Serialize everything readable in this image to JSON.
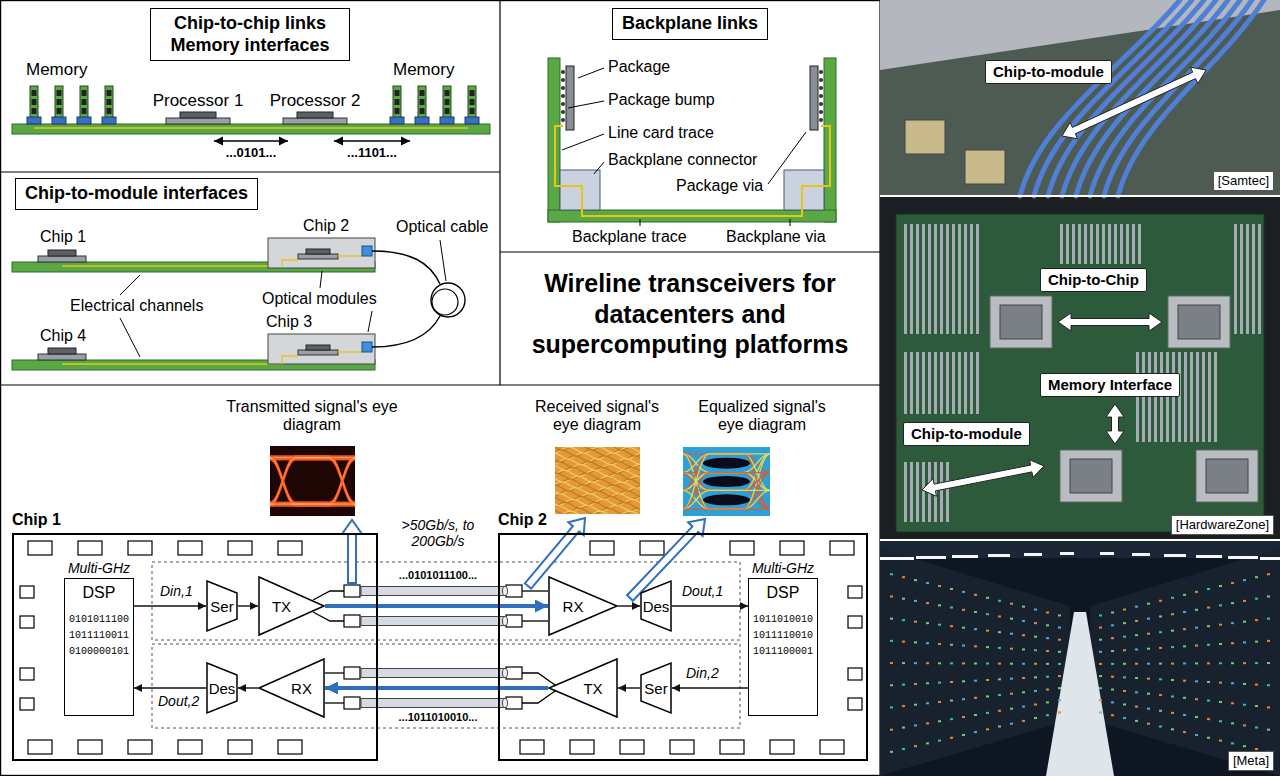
{
  "diagram": {
    "title": "Wireline transceivers for datacenters and supercomputing platforms",
    "nodes": [
      {
        "text": [
          "Chip-to-chip links Memory interfaces"
        ]
      },
      {
        "text": [
          "Backplane links"
        ]
      },
      {
        "text": [
          "[Samtec]"
        ]
      },
      {
        "text": [
          "Chip-to-module"
        ],
        "in": 2
      },
      {
        "text": [
          "Chip-to-module interfaces"
        ]
      },
      {
        "text": [
          "[HardwareZone]"
        ]
      },
      {
        "text": [
          "Chip-to-Chip"
        ],
        "in": 5
      },
      {
        "text": [
          "Memory Interface"
        ],
        "in": 5
      },
      {
        "text": [
          "Chip-to-module"
        ],
        "in": 5
      },
      {
        "text": [
          "Chip 1"
        ]
      },
      {
        "text": [
          "Chip 2"
        ]
      },
      {
        "text": [
          "Multi-GHz",
          "DSP",
          "0101011100",
          "1011110011",
          "0100000101"
        ],
        "in": 9
      },
      {
        "text": [
          "Ser"
        ],
        "in": 9
      },
      {
        "text": [
          "TX"
        ],
        "in": 9
      },
      {
        "text": [
          "RX"
        ],
        "in": 10
      },
      {
        "text": [
          "Des"
        ],
        "in": 10
      },
      {
        "text": [
          "Multi-GHz",
          "DSP",
          "1011010010",
          "1011110010",
          "1011100001"
        ],
        "in": 10
      },
      {
        "text": [
          "Des"
        ],
        "in": 9
      },
      {
        "text": [
          "RX"
        ],
        "in": 9
      },
      {
        "text": [
          "TX"
        ],
        "in": 10
      },
      {
        "text": [
          "Ser"
        ],
        "in": 10
      },
      {
        "text": [
          "[Meta]"
        ]
      }
    ],
    "edges": [
      {
        "from": 11,
        "to": 12,
        "arrow": "to"
      },
      {
        "from": 12,
        "to": 13,
        "arrow": "to"
      },
      {
        "from": 13,
        "to": 14,
        "arrow": "to",
        "label": "...0101011100..."
      },
      {
        "from": 14,
        "to": 15,
        "arrow": "to"
      },
      {
        "from": 15,
        "to": 16,
        "arrow": "to"
      },
      {
        "from": 16,
        "to": 20,
        "arrow": "to"
      },
      {
        "from": 20,
        "to": 19,
        "arrow": "to"
      },
      {
        "from": 19,
        "to": 18,
        "arrow": "to",
        "label": "...1011010010..."
      },
      {
        "from": 18,
        "to": 17,
        "arrow": "to"
      },
      {
        "from": 17,
        "to": 11,
        "arrow": "to"
      }
    ],
    "labels": [
      "Memory",
      "Processor 1",
      "Processor 2",
      "Memory",
      "...0101...",
      "...1101...",
      "Package",
      "Package bump",
      "Line card trace",
      "Backplane connector",
      "Package via",
      "Backplane trace",
      "Backplane via",
      "Chip 1",
      "Chip 2",
      "Optical cable",
      "Electrical channels",
      "Optical modules",
      "Chip 4",
      "Chip 3",
      "Transmitted signal's eye diagram",
      "Received signal's eye diagram",
      "Equalized signal's eye diagram",
      ">50Gb/s, to 200Gb/s",
      "Din,1",
      "Dout,1",
      "Dout,2",
      "Din,2"
    ]
  }
}
